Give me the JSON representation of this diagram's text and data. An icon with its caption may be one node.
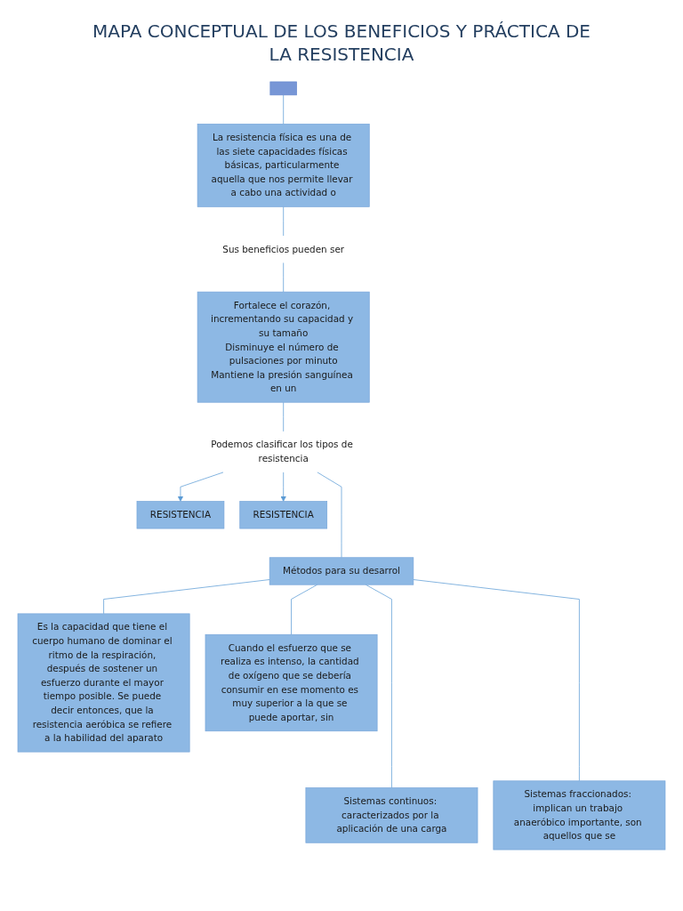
{
  "diagram": {
    "title": "MAPA CONCEPTUAL DE LOS BENEFICIOS Y PRÁCTICA DE LA RESISTENCIA",
    "nodes": [
      {
        "text": [],
        "shape": "box"
      },
      {
        "text": [
          "La resistencia física es una de las siete capacidades físicas básicas, particularmente aquella que nos permite llevar a cabo una actividad o"
        ]
      },
      {
        "text": [
          "Sus beneficios pueden ser"
        ]
      },
      {
        "text": [
          "Fortalece el corazón, incrementando su capacidad y su tamaño",
          "Disminuye el número de pulsaciones por minuto",
          "Mantiene la presión sanguínea en un"
        ]
      },
      {
        "text": [
          "Podemos clasificar los tipos de resistencia"
        ]
      },
      {
        "text": [
          "RESISTENCIA"
        ]
      },
      {
        "text": [
          "Métodos para su desarrol"
        ]
      },
      {
        "text": [
          "RESISTENCIA"
        ]
      },
      {
        "text": [
          "Es la capacidad que tiene el cuerpo humano de dominar el ritmo de la respiración, después de sostener un esfuerzo durante el mayor tiempo posible. Se puede decir entonces, que la resistencia aeróbica se refiere a la habilidad del aparato"
        ]
      },
      {
        "text": [
          "Cuando el esfuerzo que se realiza es intenso, la cantidad de oxígeno que se debería consumir en ese momento es muy superior a la que se puede aportar, sin"
        ]
      },
      {
        "text": [
          "Sistemas continuos: caracterizados por la aplicación de una carga"
        ]
      },
      {
        "text": [
          "Sistemas fraccionados: implican un trabajo anaeróbico importante, son aquellos que se"
        ]
      }
    ],
    "edges": [
      {
        "from": 0,
        "to": 1,
        "arrow": "none"
      },
      {
        "from": 1,
        "to": 2,
        "arrow": "none"
      },
      {
        "from": 2,
        "to": 3,
        "arrow": "none"
      },
      {
        "from": 3,
        "to": 4,
        "arrow": "none"
      },
      {
        "from": 4,
        "to": 5,
        "arrow": "to"
      },
      {
        "from": 4,
        "to": 6,
        "arrow": "none"
      },
      {
        "from": 4,
        "to": 7,
        "arrow": "to"
      },
      {
        "from": 6,
        "to": 8,
        "arrow": "none"
      },
      {
        "from": 6,
        "to": 9,
        "arrow": "none"
      },
      {
        "from": 6,
        "to": 10,
        "arrow": "none"
      },
      {
        "from": 6,
        "to": 11,
        "arrow": "none"
      }
    ]
  }
}
